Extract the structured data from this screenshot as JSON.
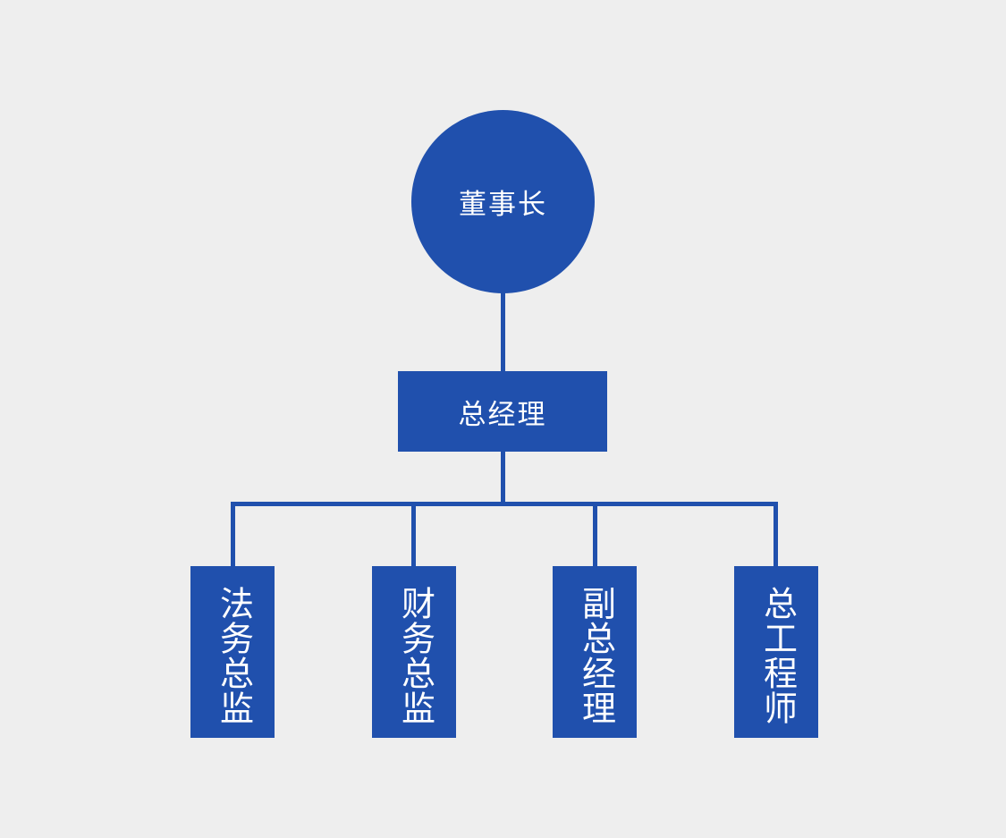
{
  "diagram": {
    "type": "organization-chart",
    "title": "",
    "orientation": "top-down",
    "background_color": "#eeeeee",
    "node_color": "#2050ad",
    "text_color": "#ffffff",
    "connector_color": "#2050ad"
  },
  "nodes": {
    "chairman": {
      "label": "董事长",
      "shape": "circle",
      "level": 1
    },
    "general_manager": {
      "label": "总经理",
      "shape": "rectangle",
      "level": 2
    },
    "leaves": [
      {
        "label": "法务总监",
        "shape": "rectangle-vertical-text",
        "level": 3
      },
      {
        "label": "财务总监",
        "shape": "rectangle-vertical-text",
        "level": 3
      },
      {
        "label": "副总经理",
        "shape": "rectangle-vertical-text",
        "level": 3
      },
      {
        "label": "总工程师",
        "shape": "rectangle-vertical-text",
        "level": 3
      }
    ]
  }
}
